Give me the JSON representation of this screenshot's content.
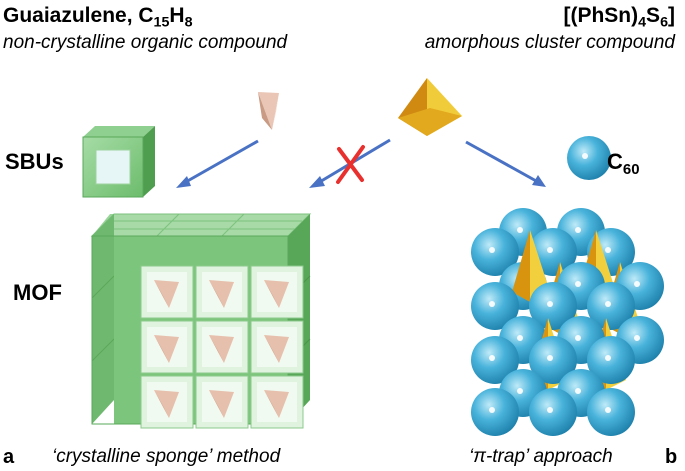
{
  "left": {
    "title_main": "Guaiazulene, C",
    "title_sub1": "15",
    "title_mid": "H",
    "title_sub2": "8",
    "subtitle": "non-crystalline organic compound",
    "sbus_label": "SBUs",
    "mof_label": "MOF",
    "panel_letter": "a",
    "caption": "‘crystalline sponge’ method"
  },
  "right": {
    "title_a": "[(PhSn)",
    "title_sub1": "4",
    "title_b": "S",
    "title_sub2": "6",
    "title_c": "]",
    "subtitle": "amorphous cluster compound",
    "c60_main": "C",
    "c60_sub": "60",
    "panel_letter": "b",
    "caption": "‘π-trap’ approach"
  },
  "colors": {
    "arrow": "#4a72c4",
    "cross": "#e8312f",
    "mof_green": "#6fbf6f",
    "guest_pink": "#e2b7a2",
    "cluster_gold": "#e8b320",
    "fullerene_blue": "#3aa6d2"
  },
  "icons": [
    "guaiazulene-guest-icon",
    "sn-cluster-tetrahedron-icon",
    "sbu-cube-icon",
    "c60-sphere-icon",
    "mof-cube-icon",
    "pi-trap-cocrystal-icon",
    "blocked-cross-icon"
  ]
}
